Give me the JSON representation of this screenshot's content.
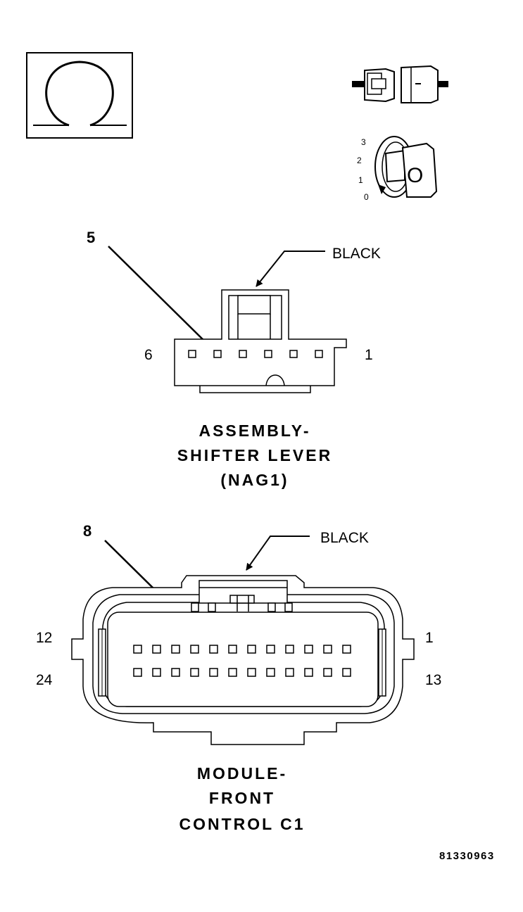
{
  "figure_id": "81330963",
  "symbols": {
    "ohmmeter": "ohm-symbol-icon",
    "connector": "connector-disconnect-icon",
    "ignition": "ignition-key-icon",
    "ignition_positions": [
      "3",
      "2",
      "1",
      "0"
    ],
    "ignition_key_label": "O"
  },
  "connector1": {
    "callout_number": "5",
    "color_label": "BLACK",
    "pin_left_label": "6",
    "pin_right_label": "1",
    "pin_count": 6,
    "title_lines": [
      "ASSEMBLY-",
      "SHIFTER LEVER",
      "(NAG1)"
    ]
  },
  "connector2": {
    "callout_number": "8",
    "color_label": "BLACK",
    "row1_left_label": "12",
    "row1_right_label": "1",
    "row2_left_label": "24",
    "row2_right_label": "13",
    "pins_per_row": 12,
    "title_lines": [
      "MODULE-",
      "FRONT",
      "CONTROL C1"
    ]
  }
}
